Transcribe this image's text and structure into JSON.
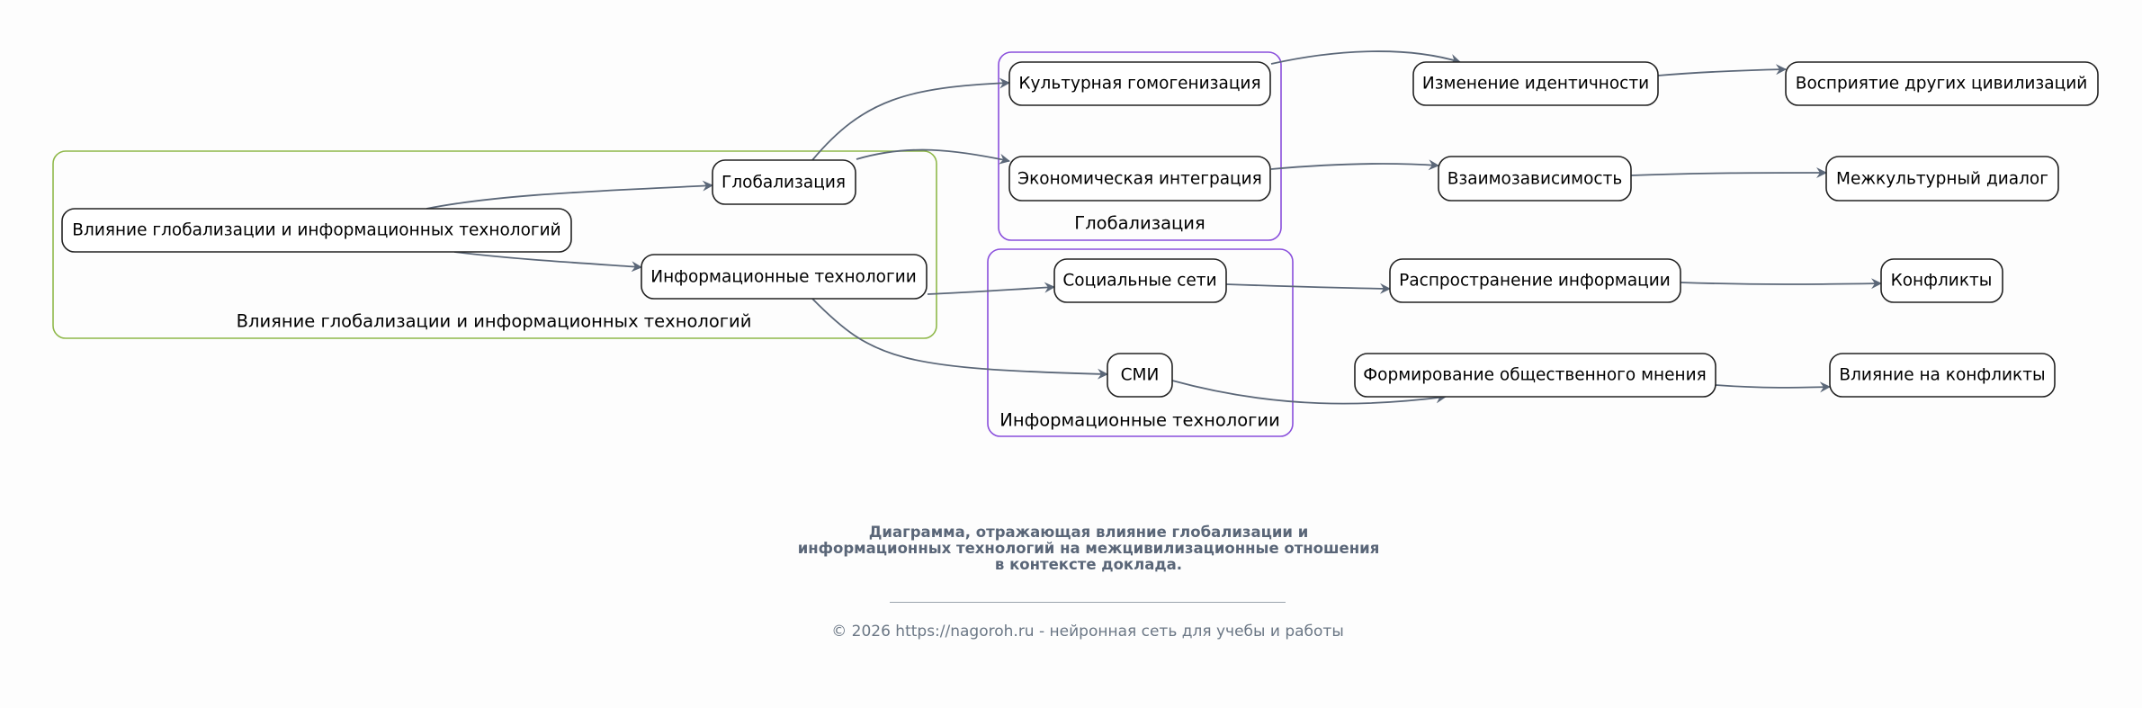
{
  "clusters": [
    {
      "id": "main",
      "label": "Влияние глобализации и информационных технологий",
      "color": "#8fb84a"
    },
    {
      "id": "glob",
      "label": "Глобализация",
      "color": "#8a4fdc"
    },
    {
      "id": "it",
      "label": "Информационные технологии",
      "color": "#8a4fdc"
    }
  ],
  "nodes": {
    "root": "Влияние глобализации и информационных технологий",
    "glob": "Глобализация",
    "it": "Информационные технологии",
    "cult": "Культурная гомогенизация",
    "econ": "Экономическая интеграция",
    "soc": "Социальные сети",
    "smi": "СМИ",
    "ident": "Изменение идентичности",
    "percep": "Восприятие других цивилизаций",
    "interdep": "Взаимозависимость",
    "dialog": "Межкультурный диалог",
    "spread": "Распространение информации",
    "conf": "Конфликты",
    "opinion": "Формирование общественного мнения",
    "confinf": "Влияние на конфликты"
  },
  "edges": [
    [
      "root",
      "glob"
    ],
    [
      "root",
      "it"
    ],
    [
      "glob",
      "cult"
    ],
    [
      "glob",
      "econ"
    ],
    [
      "it",
      "soc"
    ],
    [
      "it",
      "smi"
    ],
    [
      "cult",
      "ident"
    ],
    [
      "econ",
      "interdep"
    ],
    [
      "soc",
      "spread"
    ],
    [
      "smi",
      "opinion"
    ],
    [
      "ident",
      "percep"
    ],
    [
      "interdep",
      "dialog"
    ],
    [
      "spread",
      "conf"
    ],
    [
      "opinion",
      "confinf"
    ]
  ],
  "edge_color": "#5b6778",
  "caption": "Диаграмма, отражающая влияние глобализации и информационных технологий на межцивилизационные отношения в контексте доклада.",
  "footer": "© 2026 https://nagoroh.ru - нейронная сеть для учебы и работы"
}
